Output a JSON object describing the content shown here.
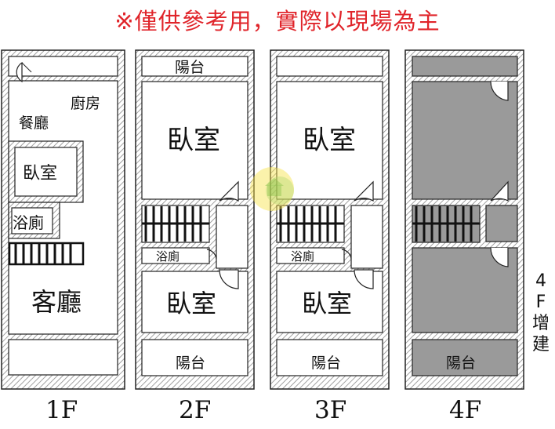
{
  "notice": "※僅供參考用，實際以現場為主",
  "floors": [
    {
      "label": "1F",
      "rooms": {
        "kitchen": "廚房",
        "dining": "餐廳",
        "bedroom": "臥室",
        "bath": "浴廁",
        "living": "客廳"
      }
    },
    {
      "label": "2F",
      "rooms": {
        "balcony_top": "陽台",
        "bedroom_top": "臥室",
        "bath": "浴廁",
        "bedroom_bottom": "臥室",
        "balcony_bottom": "陽台"
      }
    },
    {
      "label": "3F",
      "rooms": {
        "bedroom_top": "臥室",
        "bath": "浴廁",
        "bedroom_bottom": "臥室",
        "balcony_bottom": "陽台"
      }
    },
    {
      "label": "4F",
      "rooms": {
        "balcony_bottom": "陽台"
      }
    }
  ],
  "side_note": [
    "4",
    "F",
    "增",
    "建"
  ],
  "colors": {
    "notice": "#e0242a",
    "wall": "#222222",
    "hatch": "#8a8a8a",
    "extension_fill": "#9a9a9a"
  }
}
